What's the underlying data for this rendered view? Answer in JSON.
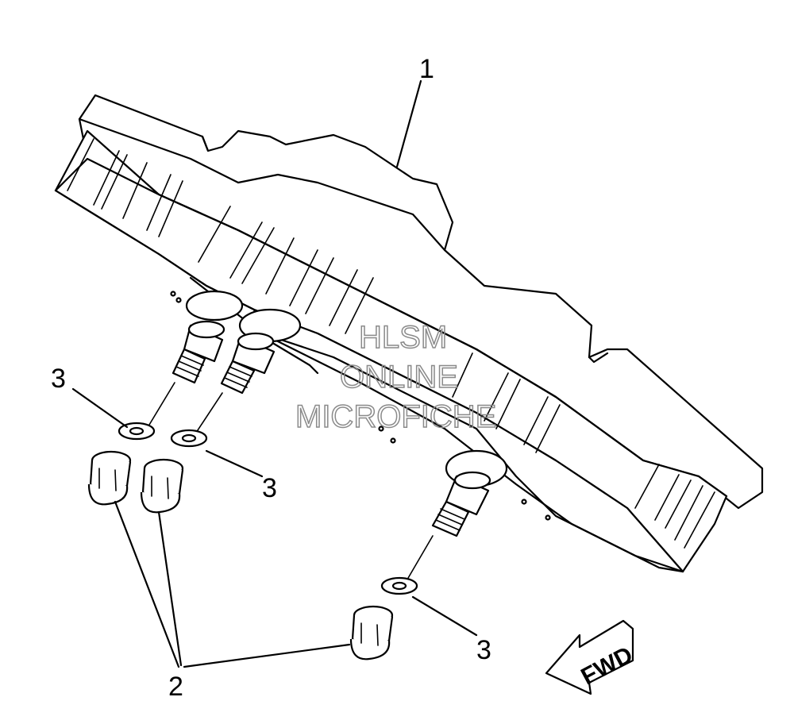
{
  "callouts": [
    {
      "id": "1",
      "label": "1"
    },
    {
      "id": "2",
      "label": "2"
    },
    {
      "id": "3a",
      "label": "3"
    },
    {
      "id": "3b",
      "label": "3"
    },
    {
      "id": "3c",
      "label": "3"
    }
  ],
  "direction_arrow": {
    "label": "FWD"
  },
  "watermark": {
    "line1": "HLSM",
    "line2": "ONLINE",
    "line3": "MICROFICHE"
  }
}
